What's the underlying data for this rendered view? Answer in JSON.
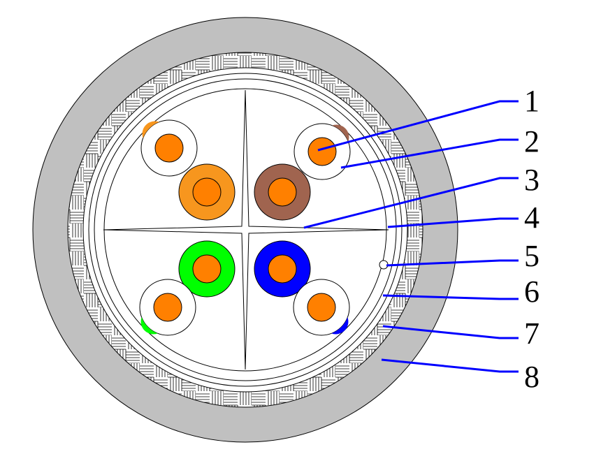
{
  "labels": [
    "1",
    "2",
    "3",
    "4",
    "5",
    "6",
    "7",
    "8"
  ],
  "colors": {
    "jacket": "#c0c0c0",
    "conductor": "#ff8000",
    "orange": "#f7961e",
    "brown": "#a0644f",
    "green": "#00ff00",
    "blue": "#0000ff",
    "leader": "#0000ff"
  }
}
